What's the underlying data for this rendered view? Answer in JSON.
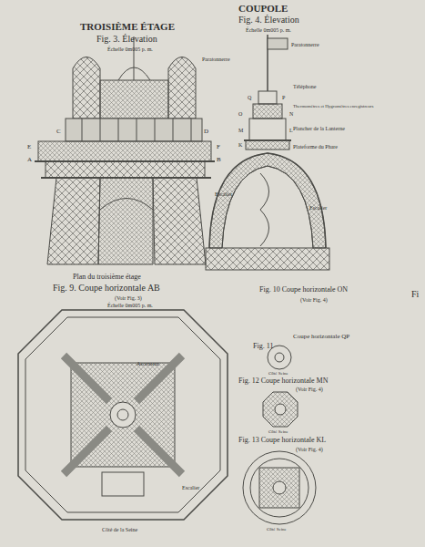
{
  "diagram": {
    "labels": [
      "TROISIÈME ÉTAGE",
      "Fig. 3. Élevation",
      "Échelle 0m005 p. m.",
      "COUPOLE",
      "Fig. 4. Élevation",
      "Échelle 0m005 p. m.",
      "Plan du troisième étage",
      "Fig. 9. Coupe horizontale AB",
      "(Voir Fig. 3)",
      "Échelle 0m005 p. m.",
      "Fig. 10 Coupe horizontale ON",
      "(Voir Fig. 4)",
      "Coupe horizontale QP",
      "Fig. 11",
      "Fig. 12 Coupe horizontale MN",
      "(Voir Fig. 4)",
      "Fig. 13 Coupe horizontale KL",
      "(Voir Fig. 4)",
      "Côté Seine",
      "Côté Seine",
      "Côté Seine",
      "Côté de la Seine",
      "Fi",
      "A",
      "B",
      "C",
      "D",
      "E",
      "F",
      "Q",
      "P",
      "O",
      "N",
      "M",
      "L",
      "K",
      "Paratonnerre",
      "Téléphone",
      "Thermomètres et Hygromètres enregistreurs",
      "Plancher de la Lanterne",
      "Plateforme du Phare",
      "Escalier",
      "Paratonnerre",
      "Escalier",
      "Ascenseur",
      "Escalier"
    ]
  }
}
